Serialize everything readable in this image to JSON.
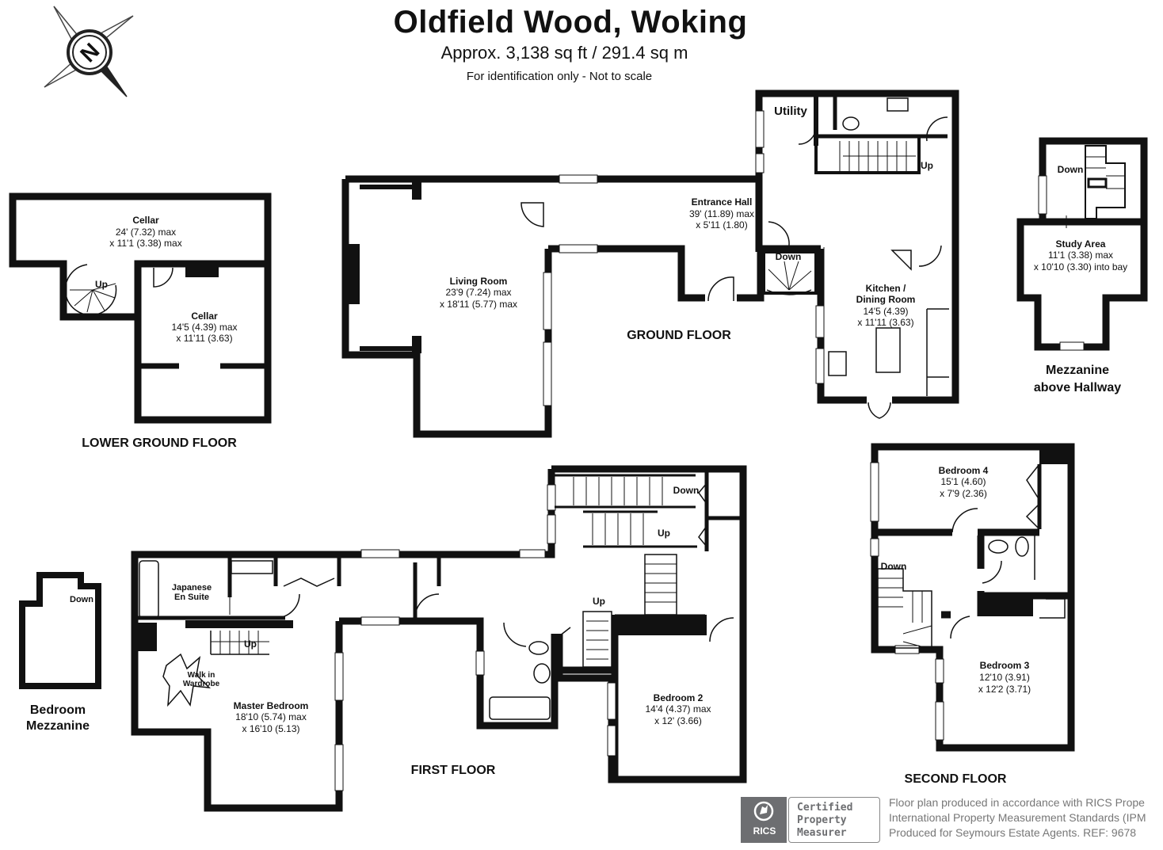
{
  "header": {
    "title": "Oldfield Wood, Woking",
    "area": "Approx. 3,138 sq ft / 291.4 sq m",
    "note": "For identification only - Not to scale"
  },
  "compass": {
    "letter": "N"
  },
  "floors": {
    "lower_ground": "LOWER GROUND FLOOR",
    "ground": "GROUND FLOOR",
    "first": "FIRST FLOOR",
    "second": "SECOND FLOOR",
    "mezz_hall_1": "Mezzanine",
    "mezz_hall_2": "above Hallway",
    "mezz_bed_1": "Bedroom",
    "mezz_bed_2": "Mezzanine"
  },
  "rooms": {
    "cellar1": {
      "name": "Cellar",
      "dim1": "24' (7.32) max",
      "dim2": "x 11'1 (3.38) max"
    },
    "cellar2": {
      "name": "Cellar",
      "dim1": "14'5 (4.39) max",
      "dim2": "x 11'11 (3.63)"
    },
    "living": {
      "name": "Living Room",
      "dim1": "23'9 (7.24) max",
      "dim2": "x 18'11 (5.77) max"
    },
    "hall": {
      "name": "Entrance Hall",
      "dim1": "39' (11.89) max",
      "dim2": "x 5'11 (1.80)"
    },
    "utility": {
      "name": "Utility"
    },
    "kitchen": {
      "name1": "Kitchen /",
      "name2": "Dining Room",
      "dim1": "14'5 (4.39)",
      "dim2": "x 11'11 (3.63)"
    },
    "study": {
      "name": "Study Area",
      "dim1": "11'1 (3.38) max",
      "dim2": "x 10'10 (3.30) into bay"
    },
    "ensuite": {
      "name1": "Japanese",
      "name2": "En Suite"
    },
    "wardrobe": {
      "name1": "Walk in",
      "name2": "Wardrobe"
    },
    "master": {
      "name": "Master Bedroom",
      "dim1": "18'10 (5.74) max",
      "dim2": "x 16'10 (5.13)"
    },
    "bed2": {
      "name": "Bedroom 2",
      "dim1": "14'4 (4.37) max",
      "dim2": "x 12' (3.66)"
    },
    "bed3": {
      "name": "Bedroom 3",
      "dim1": "12'10 (3.91)",
      "dim2": "x 12'2 (3.71)"
    },
    "bed4": {
      "name": "Bedroom 4",
      "dim1": "15'1 (4.60)",
      "dim2": "x 7'9 (2.36)"
    }
  },
  "stairs": {
    "cellar_up": "Up",
    "ground_up": "Up",
    "ground_down": "Down",
    "study_down": "Down",
    "first_down": "Down",
    "first_up_top": "Up",
    "first_up_mid": "Up",
    "first_up_master": "Up",
    "second_down": "Down",
    "bedmezz_down": "Down"
  },
  "footer": {
    "line1": "Floor plan produced in accordance with RICS Prope",
    "line2": "International Property Measurement Standards (IPM",
    "line3": "Produced for Seymours Estate Agents.   REF: 9678"
  },
  "badge": {
    "org": "RICS",
    "line1": "Certified",
    "line2": "Property",
    "line3": "Measurer"
  }
}
